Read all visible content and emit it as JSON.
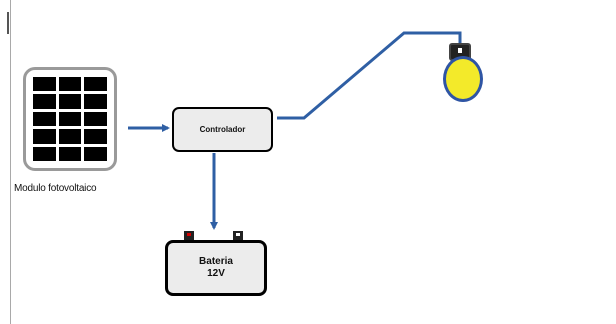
{
  "diagram": {
    "panel": {
      "label": "Modulo fotovoltaico",
      "cells_rows": 5,
      "cells_cols": 3
    },
    "controller": {
      "label": "Controlador"
    },
    "battery": {
      "line1": "Bateria",
      "line2": "12V"
    },
    "colors": {
      "wire": "#2f5fa4",
      "bulb_fill": "#f3ea2a",
      "battery_positive": "#d40000",
      "box_fill": "#ececec"
    },
    "icons": {
      "panel": "solar-panel-icon",
      "bulb": "light-bulb-icon",
      "battery": "battery-icon"
    }
  }
}
